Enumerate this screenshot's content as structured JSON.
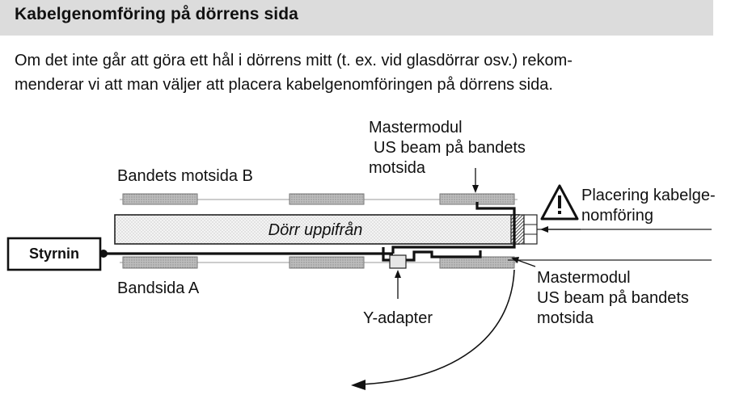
{
  "header": {
    "title": "Kabelgenomföring på dörrens sida"
  },
  "intro": {
    "line1": "Om det inte går att göra ett hål i dörrens mitt (t. ex. vid glasdörrar osv.) rekom-",
    "line2": "menderar vi att man väljer att placera kabelgenomföringen på dörrens sida."
  },
  "diagram": {
    "door_label": "Dörr uppifrån",
    "controller_label": "Styrnin",
    "side_b_label": "Bandets motsida B",
    "side_a_label": "Bandsida A",
    "master_top": [
      "Mastermodul",
      "US beam på bandets",
      "motsida"
    ],
    "placement": [
      "Placering kabelge-",
      "nomföring"
    ],
    "master_bottom": [
      "Mastermodul",
      "US beam på bandets",
      "motsida"
    ],
    "y_adapter_label": "Y-adapter",
    "icons": {
      "warning": "warning-triangle-icon"
    }
  }
}
